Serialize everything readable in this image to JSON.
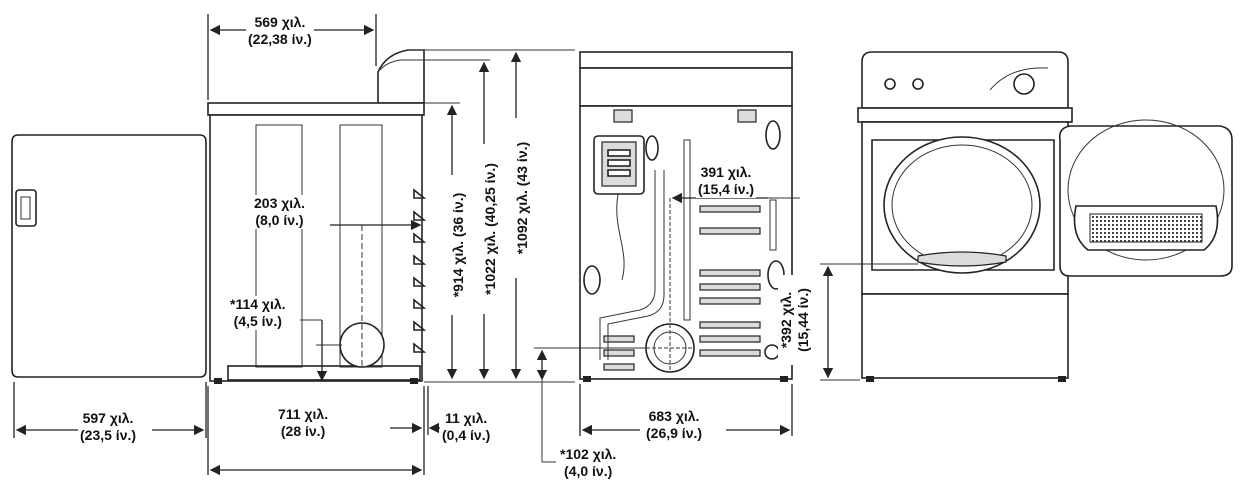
{
  "dimensions": {
    "top_depth": {
      "mm": "569 χιλ.",
      "in": "(22,38 ίν.)"
    },
    "door_swing": {
      "mm": "597 χιλ.",
      "in": "(23,5 ίν.)"
    },
    "vent_from_top": {
      "mm": "203 χιλ.",
      "in": "(8,0 ίν.)"
    },
    "vent_from_side": {
      "mm": "*114 χιλ.",
      "in": "(4,5 ίν.)"
    },
    "body_depth": {
      "mm": "711 χιλ.",
      "in": "(28 ίν.)"
    },
    "rear_clearance": {
      "mm": "11 χιλ.",
      "in": "(0,4 ίν.)"
    },
    "height_top": {
      "text": "*914 χιλ. (36 ίν.)"
    },
    "height_console": {
      "text": "*1022 χιλ. (40,25 ίν.)"
    },
    "height_total": {
      "text": "*1092 χιλ. (43 ίν.)"
    },
    "vent_offset": {
      "mm": "391 χιλ.",
      "in": "(15,4 ίν.)"
    },
    "width": {
      "mm": "683 χιλ.",
      "in": "(26,9 ίν.)"
    },
    "vent_height": {
      "mm": "*102 χιλ.",
      "in": "(4,0 ίν.)"
    },
    "door_opening": {
      "mm": "*392 χιλ.",
      "in": "(15,44 ίν.)"
    }
  }
}
